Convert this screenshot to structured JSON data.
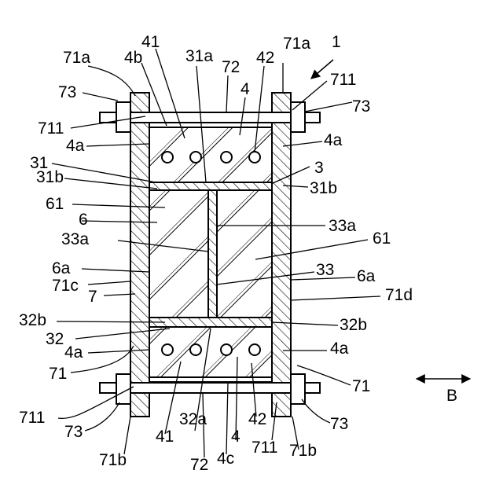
{
  "figure": {
    "labels": {
      "n1": "1",
      "n41_top": "41",
      "n4b": "4b",
      "n31a": "31a",
      "n72_top": "72",
      "n42_top": "42",
      "n71a_left": "71a",
      "n71a_right": "71a",
      "n73_tl": "73",
      "n711_tr": "711",
      "n73_tr": "73",
      "n4_top": "4",
      "n711_l": "711",
      "n4a_l1": "4a",
      "n4a_r1": "4a",
      "n31": "31",
      "n3": "3",
      "n31b_l": "31b",
      "n31b_r": "31b",
      "n61_l": "61",
      "n6": "6",
      "n33a_r1": "33a",
      "n33a_l": "33a",
      "n61_r": "61",
      "n33": "33",
      "n6a_l": "6a",
      "n6a_r": "6a",
      "n71c": "71c",
      "n71d": "71d",
      "n7": "7",
      "n32b_l": "32b",
      "n32b_r": "32b",
      "n32": "32",
      "n4a_l2": "4a",
      "n4a_r2": "4a",
      "n71_l": "71",
      "n71_r": "71",
      "n711_bl": "711",
      "n73_bl": "73",
      "n73_br": "73",
      "n41_bot": "41",
      "n32a": "32a",
      "n4_bot": "4",
      "n42_bot": "42",
      "n711_br": "711",
      "n71b_l": "71b",
      "n71b_r": "71b",
      "n72_bot": "72",
      "n4c": "4c",
      "nB": "B"
    }
  }
}
